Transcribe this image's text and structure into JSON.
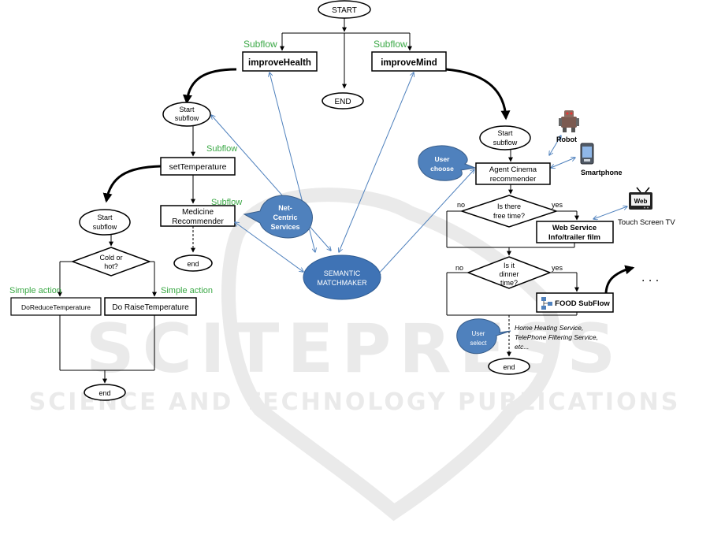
{
  "colors": {
    "green_label": "#3aa845",
    "blue_link": "#4f81bd",
    "callout_fill": "#4f81bd",
    "matchmaker_fill": "#3f73b5",
    "watermark": "#d9d9d9"
  },
  "main": {
    "start": "START",
    "end": "END",
    "improve_health": "improveHealth",
    "improve_mind": "improveMind",
    "subflow_left": "Subflow",
    "subflow_right": "Subflow"
  },
  "health": {
    "start_line1": "Start",
    "start_line2": "subflow",
    "set_temperature": "setTemperature",
    "subflow_label": "Subflow",
    "medicine_line1": "Medicine",
    "medicine_line2": "Recommender",
    "medicine_end": "end",
    "subflow_label2": "Subflow"
  },
  "temperature": {
    "start_line1": "Start",
    "start_line2": "subflow",
    "decision_line1": "Cold or",
    "decision_line2": "hot?",
    "simple_action_left": "Simple action",
    "simple_action_right": "Simple action",
    "reduce": "DoReduceTemperature",
    "raise": "Do RaiseTemperature",
    "end": "end"
  },
  "services": {
    "net_line1": "Net-",
    "net_line2": "Centric",
    "net_line3": "Services",
    "matchmaker_line1": "SEMANTIC",
    "matchmaker_line2": "MATCHMAKER"
  },
  "mind": {
    "start_line1": "Start",
    "start_line2": "subflow",
    "robot": "Robot",
    "smartphone": "Smartphone",
    "user_choose_line1": "User",
    "user_choose_line2": "choose",
    "agent_line1": "Agent Cinema",
    "agent_line2": "recommender",
    "free_line1": "Is there",
    "free_line2": "free time?",
    "no1": "no",
    "yes1": "yes",
    "touch_tv": "Touch Screen TV",
    "web_icon_label": "Web",
    "web_line1": "Web Service",
    "web_line2": "Info/trailer film",
    "dinner_line1": "Is it",
    "dinner_line2": "dinner",
    "dinner_line3": "time?",
    "no2": "no",
    "yes2": "yes",
    "food": "FOOD SubFlow",
    "ellipsis": ". . .",
    "user_select_line1": "User",
    "user_select_line2": "select",
    "svc_line1": "Home Heating Service,",
    "svc_line2": "TelePhone Filtering Service,",
    "svc_line3": "etc...",
    "end": "end"
  },
  "watermark": {
    "big": "SCITEPRESS",
    "small": "SCIENCE AND TECHNOLOGY PUBLICATIONS"
  }
}
